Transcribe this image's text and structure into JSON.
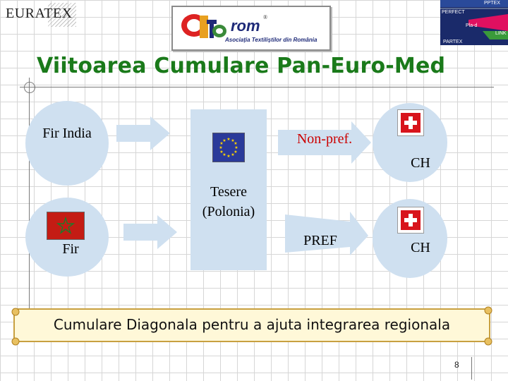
{
  "header": {
    "left_logo": "EURATEX",
    "center_logo": {
      "brand": "rom",
      "registered": "®",
      "subtitle": "Asociaţia Textiliştilor din România"
    },
    "right_logo": {
      "top": "PERFECT",
      "middle": "Pla-d",
      "right": "LINK",
      "corner": "PPTEX",
      "bottom": "PARTEX"
    }
  },
  "slide": {
    "title": "Viitoarea Cumulare Pan-Euro-Med",
    "page_number": "8"
  },
  "diagram": {
    "source_top": "Fir India",
    "source_bottom": "Fir",
    "middle_box": "Tesere (Polonia)",
    "arrow_top_label": "Non-pref.",
    "arrow_bottom_label": "PREF",
    "dest_top": "CH",
    "dest_bottom": "CH"
  },
  "banner": {
    "text": "Cumulare Diagonala pentru a ajuta integrarea regionala"
  },
  "colors": {
    "title": "#1a7a1a",
    "ellipse_fill": "#cfe0f0",
    "arrow_fill": "#cfe0f0",
    "non_pref": "#cc0000",
    "banner_fill": "#fff8d8",
    "banner_border": "#c8a040"
  }
}
